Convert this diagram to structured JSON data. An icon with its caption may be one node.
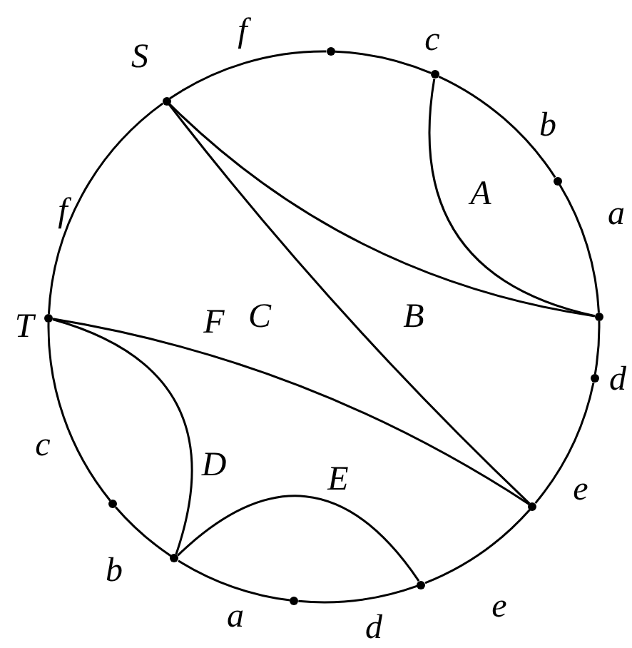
{
  "diagram": {
    "nodes": [
      {
        "text": [],
        "shape": "circle",
        "beside": [
          "S"
        ]
      },
      {
        "text": [],
        "shape": "circle"
      },
      {
        "text": [],
        "shape": "circle"
      },
      {
        "text": [],
        "shape": "circle"
      },
      {
        "text": [],
        "shape": "circle"
      },
      {
        "text": [],
        "shape": "circle"
      },
      {
        "text": [],
        "shape": "circle"
      },
      {
        "text": [],
        "shape": "circle"
      },
      {
        "text": [],
        "shape": "circle"
      },
      {
        "text": [],
        "shape": "circle"
      },
      {
        "text": [],
        "shape": "circle"
      },
      {
        "text": [],
        "shape": "circle",
        "beside": [
          "T"
        ]
      }
    ],
    "edges": [
      {
        "from": 0,
        "to": 1,
        "arrow": "none",
        "label": "f"
      },
      {
        "from": 1,
        "to": 2,
        "arrow": "none",
        "label": "c"
      },
      {
        "from": 2,
        "to": 3,
        "arrow": "none",
        "label": "b"
      },
      {
        "from": 3,
        "to": 4,
        "arrow": "none",
        "label": "a"
      },
      {
        "from": 4,
        "to": 5,
        "arrow": "none",
        "label": "d"
      },
      {
        "from": 5,
        "to": 6,
        "arrow": "none",
        "label": "e"
      },
      {
        "from": 6,
        "to": 7,
        "arrow": "none",
        "label": "e"
      },
      {
        "from": 7,
        "to": 8,
        "arrow": "none",
        "label": "d"
      },
      {
        "from": 8,
        "to": 9,
        "arrow": "none",
        "label": "a"
      },
      {
        "from": 9,
        "to": 10,
        "arrow": "none",
        "label": "b"
      },
      {
        "from": 10,
        "to": 11,
        "arrow": "none",
        "label": "c"
      },
      {
        "from": 11,
        "to": 0,
        "arrow": "none",
        "label": "f"
      },
      {
        "from": 2,
        "to": 4,
        "arrow": "none",
        "label": "A"
      },
      {
        "from": 0,
        "to": 4,
        "arrow": "none",
        "label": "B"
      },
      {
        "from": 0,
        "to": 6,
        "arrow": "none",
        "label": "C"
      },
      {
        "from": 11,
        "to": 9,
        "arrow": "none",
        "label": "D"
      },
      {
        "from": 9,
        "to": 7,
        "arrow": "none",
        "label": "E"
      },
      {
        "from": 11,
        "to": 6,
        "arrow": "none",
        "label": "F"
      }
    ]
  }
}
